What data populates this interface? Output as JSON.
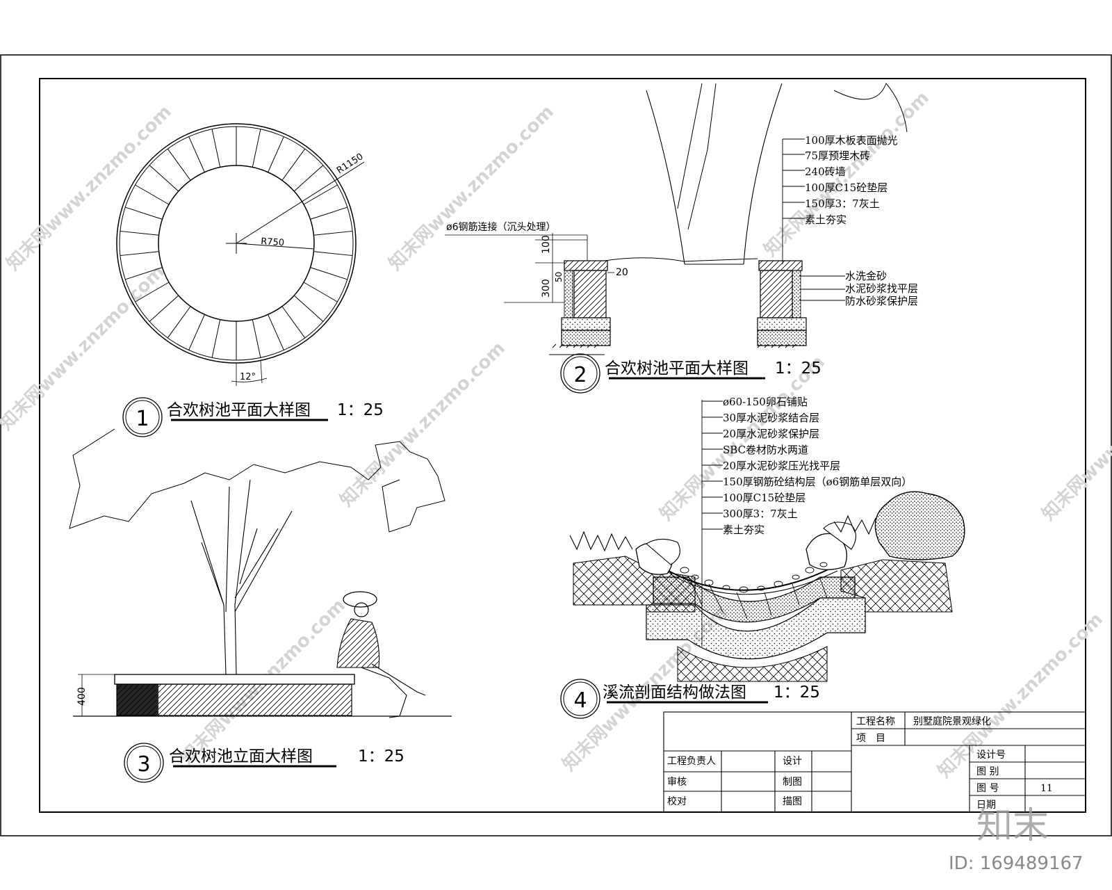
{
  "watermark": "知末网www.znzmo.com",
  "brand": {
    "logo_text": "知末",
    "id_label": "ID: 169489167"
  },
  "drawing1": {
    "number": "1",
    "title": "合欢树池平面大样图",
    "scale": "1：25",
    "r_outer": "R1150",
    "r_inner": "R750",
    "angle": "12°"
  },
  "drawing2": {
    "number": "2",
    "title": "合欢树池平面大样图",
    "scale": "1：25",
    "dim_100": "100",
    "dim_300": "300",
    "dim_50": "50",
    "dim_20": "20",
    "rebar_note": "ø6钢筋连接（沉头处理）",
    "layers": [
      "100厚木板表面抛光",
      "75厚预埋木砖",
      "240砖墙",
      "100厚C15砼垫层",
      "150厚3：7灰土",
      "素土夯实"
    ],
    "side_layers": [
      "水洗金砂",
      "水泥砂浆找平层",
      "防水砂浆保护层"
    ]
  },
  "drawing3": {
    "number": "3",
    "title": "合欢树池立面大样图",
    "scale": "1：25",
    "dim_400": "400"
  },
  "drawing4": {
    "number": "4",
    "title": "溪流剖面结构做法图",
    "scale": "1：25",
    "layers": [
      "ø60-150卵石铺贴",
      "30厚水泥砂浆结合层",
      "20厚水泥砂浆保护层",
      "SBC卷材防水两道",
      "20厚水泥砂浆压光找平层",
      "150厚钢筋砼结构层（ø6钢筋单层双向）",
      "100厚C15砼垫层",
      "300厚3：7灰土",
      "素土夯实"
    ]
  },
  "title_block": {
    "project_name_label": "工程名称",
    "project_name_value": "别墅庭院景观绿化",
    "item_label": "项　目",
    "lead_label": "工程负责人",
    "design_label": "设计",
    "review_label": "审核",
    "draw_label": "制图",
    "check_label": "校对",
    "trace_label": "描图",
    "design_no_label": "设计号",
    "category_label": "图 别",
    "sheet_no_label": "图 号",
    "sheet_no_value": "11",
    "date_label": "日期"
  }
}
